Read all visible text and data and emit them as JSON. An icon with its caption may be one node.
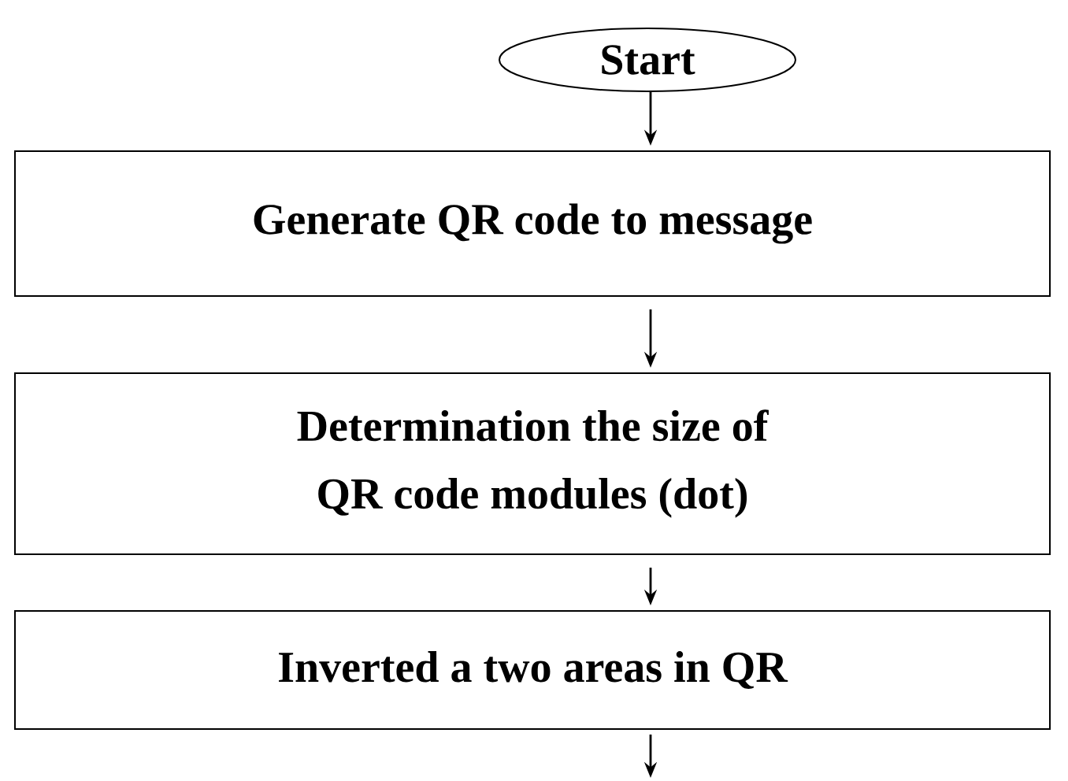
{
  "diagram": {
    "nodes": [
      {
        "text": [
          "Start"
        ]
      },
      {
        "text": [
          "Generate QR code to message"
        ]
      },
      {
        "text": [
          "Determination the size of QR code modules (dot)"
        ]
      },
      {
        "text": [
          "Inverted a two areas in QR"
        ]
      }
    ],
    "edges": [
      {
        "from": 0,
        "to": 1,
        "arrow": "to"
      },
      {
        "from": 1,
        "to": 2,
        "arrow": "to"
      },
      {
        "from": 2,
        "to": 3,
        "arrow": "to"
      },
      {
        "from": 3,
        "to": null,
        "arrow": "to"
      }
    ]
  }
}
